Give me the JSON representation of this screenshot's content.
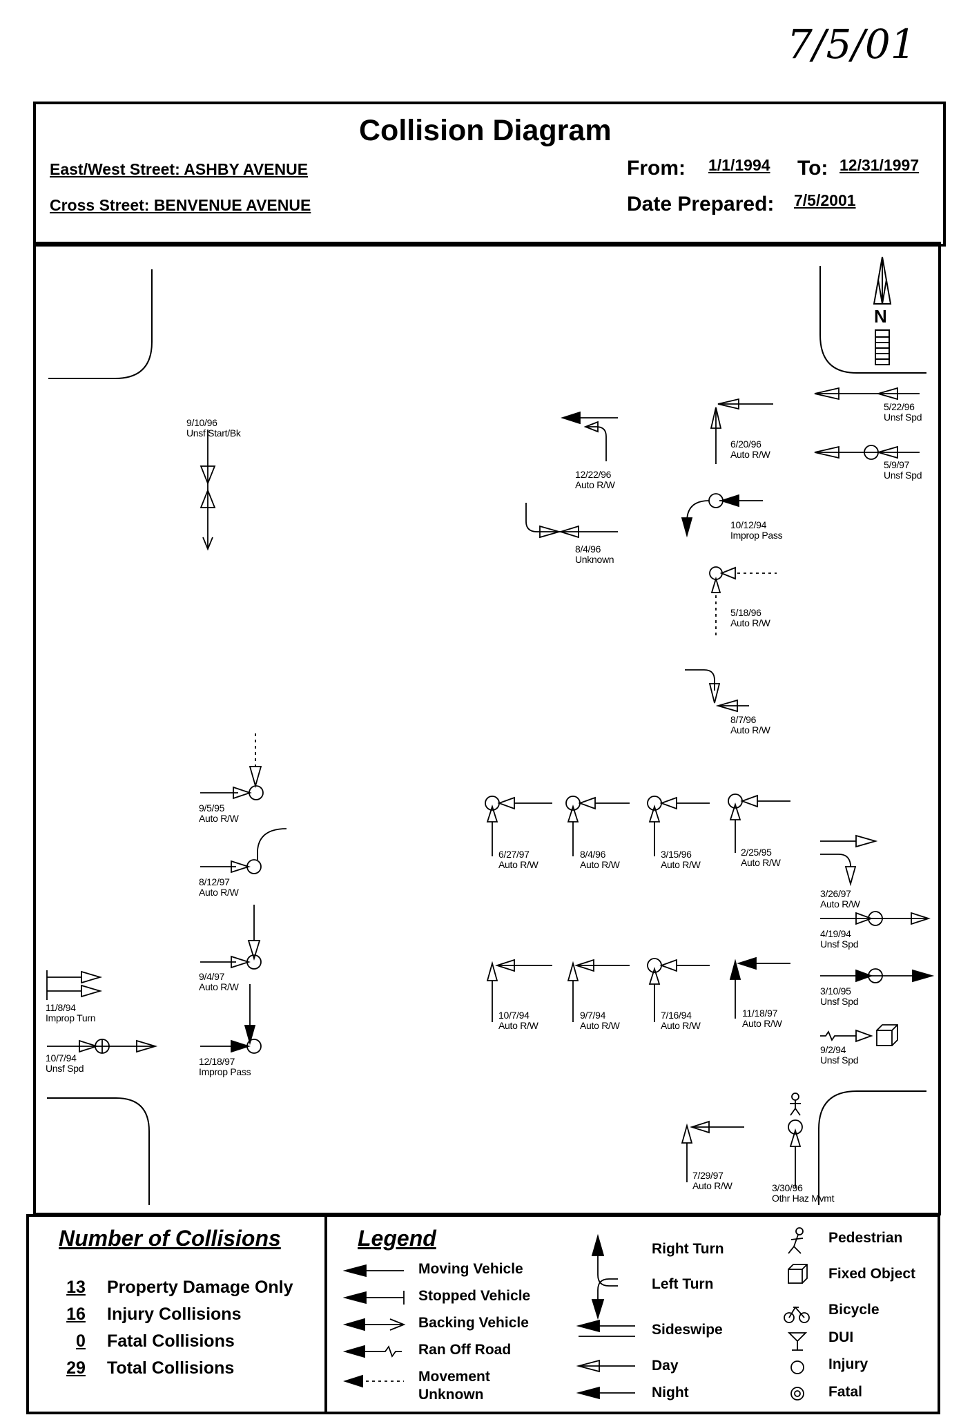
{
  "handwritten_date": "7/5/01",
  "header": {
    "title": "Collision Diagram",
    "ew_street": "East/West Street:  ASHBY AVENUE",
    "cross_street": "Cross Street: BENVENUE AVENUE",
    "from_label": "From:",
    "from_value": "1/1/1994",
    "to_label": "To:",
    "to_value": "12/31/1997",
    "prepared_label": "Date Prepared:",
    "prepared_value": "7/5/2001"
  },
  "north_label": "N",
  "collisions": [
    {
      "date": "9/10/96",
      "type": "Unsf Start/Bk"
    },
    {
      "date": "12/22/96",
      "type": "Auto R/W"
    },
    {
      "date": "6/20/96",
      "type": "Auto R/W"
    },
    {
      "date": "5/22/96",
      "type": "Unsf Spd"
    },
    {
      "date": "5/9/97",
      "type": "Unsf Spd"
    },
    {
      "date": "8/4/96",
      "type": "Unknown"
    },
    {
      "date": "10/12/94",
      "type": "Improp Pass"
    },
    {
      "date": "5/18/96",
      "type": "Auto R/W"
    },
    {
      "date": "8/7/96",
      "type": "Auto R/W"
    },
    {
      "date": "9/5/95",
      "type": "Auto R/W"
    },
    {
      "date": "8/12/97",
      "type": "Auto R/W"
    },
    {
      "date": "9/4/97",
      "type": "Auto R/W"
    },
    {
      "date": "12/18/97",
      "type": "Improp Pass"
    },
    {
      "date": "11/8/94",
      "type": "Improp Turn"
    },
    {
      "date": "10/7/94",
      "type": "Unsf Spd"
    },
    {
      "date": "6/27/97",
      "type": "Auto R/W"
    },
    {
      "date": "8/4/96",
      "type": "Auto R/W"
    },
    {
      "date": "3/15/96",
      "type": "Auto R/W"
    },
    {
      "date": "2/25/95",
      "type": "Auto R/W"
    },
    {
      "date": "10/7/94",
      "type": "Auto R/W"
    },
    {
      "date": "9/7/94",
      "type": "Auto R/W"
    },
    {
      "date": "7/16/94",
      "type": "Auto R/W"
    },
    {
      "date": "11/18/97",
      "type": "Auto R/W"
    },
    {
      "date": "3/26/97",
      "type": "Auto R/W"
    },
    {
      "date": "4/19/94",
      "type": "Unsf Spd"
    },
    {
      "date": "3/10/95",
      "type": "Unsf Spd"
    },
    {
      "date": "9/2/94",
      "type": "Unsf Spd"
    },
    {
      "date": "7/29/97",
      "type": "Auto R/W"
    },
    {
      "date": "3/30/96",
      "type": "Othr Haz Mvmt"
    }
  ],
  "summary": {
    "title": "Number of Collisions",
    "rows": [
      {
        "count": "13",
        "label": "Property Damage Only"
      },
      {
        "count": "16",
        "label": "Injury Collisions"
      },
      {
        "count": "0",
        "label": "Fatal Collisions"
      },
      {
        "count": "29",
        "label": "Total Collisions"
      }
    ]
  },
  "legend": {
    "title": "Legend",
    "moving": "Moving Vehicle",
    "stopped": "Stopped Vehicle",
    "backing": "Backing Vehicle",
    "ran_off": "Ran Off Road",
    "unknown_1": "Movement",
    "unknown_2": "Unknown",
    "right_turn": "Right Turn",
    "left_turn": "Left Turn",
    "sideswipe": "Sideswipe",
    "day": "Day",
    "night": "Night",
    "pedestrian": "Pedestrian",
    "fixed_object": "Fixed Object",
    "bicycle": "Bicycle",
    "dui": "DUI",
    "injury": "Injury",
    "fatal": "Fatal"
  }
}
